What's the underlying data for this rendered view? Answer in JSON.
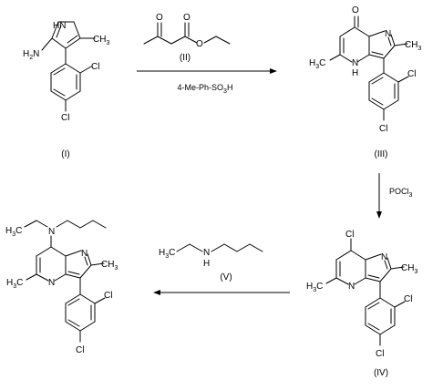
{
  "compounds": {
    "I": {
      "label": "(I)"
    },
    "II": {
      "label": "(II)"
    },
    "III": {
      "label": "(III)"
    },
    "IV": {
      "label": "(IV)"
    },
    "V": {
      "label": "(V)"
    },
    "VI": {
      "label": ""
    }
  },
  "reagents": {
    "step1": {
      "sulfonic": "4-Me-Ph-SO",
      "sub": "3",
      "tail": "H"
    },
    "step2": {
      "main": "POCl",
      "sub": "3"
    }
  },
  "atoms": {
    "ch3": "CH",
    "h3c": "H",
    "three": "3",
    "c_suffix": "C",
    "n": "N",
    "hn": "HN",
    "h": "H",
    "nh2_h2n": "H",
    "nh2_two": "2",
    "nh2_n": "N",
    "o": "O",
    "cl": "Cl"
  }
}
